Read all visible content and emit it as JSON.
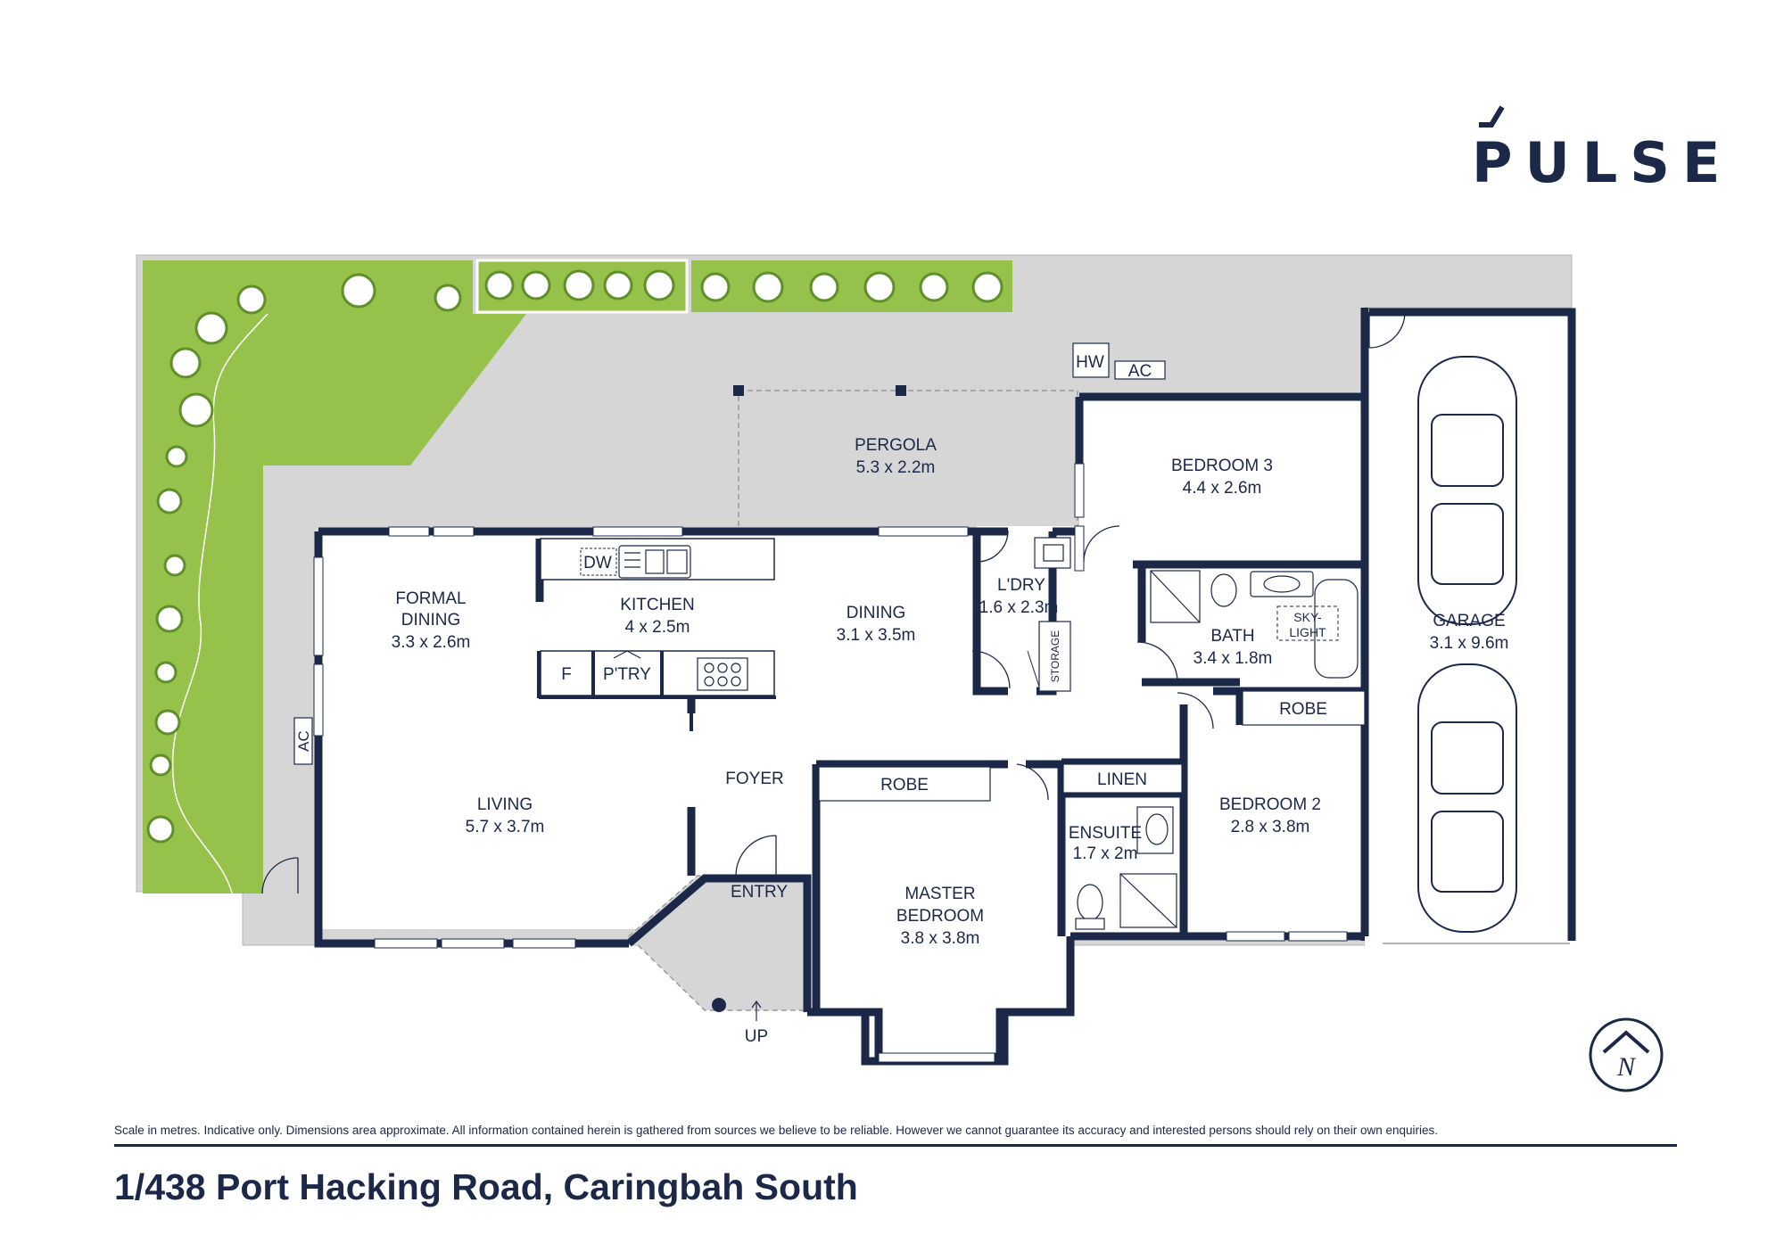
{
  "brand": {
    "logo_text": "PULSE"
  },
  "rooms": {
    "pergola": {
      "name": "PERGOLA",
      "dims": "5.3 x 2.2m"
    },
    "bedroom3": {
      "name": "BEDROOM 3",
      "dims": "4.4 x 2.6m"
    },
    "garage": {
      "name": "GARAGE",
      "dims": "3.1 x 9.6m"
    },
    "formal_dining": {
      "name_line1": "FORMAL",
      "name_line2": "DINING",
      "dims": "3.3 x 2.6m"
    },
    "kitchen": {
      "name": "KITCHEN",
      "dims": "4 x 2.5m"
    },
    "dining": {
      "name": "DINING",
      "dims": "3.1 x 3.5m"
    },
    "laundry": {
      "name": "L'DRY",
      "dims": "1.6 x 2.3m"
    },
    "bath": {
      "name": "BATH",
      "dims": "3.4 x 1.8m"
    },
    "living": {
      "name": "LIVING",
      "dims": "5.7 x 3.7m"
    },
    "foyer": {
      "name": "FOYER"
    },
    "master_bedroom": {
      "name_line1": "MASTER",
      "name_line2": "BEDROOM",
      "dims": "3.8 x 3.8m"
    },
    "ensuite": {
      "name": "ENSUITE",
      "dims": "1.7 x 2m"
    },
    "bedroom2": {
      "name": "BEDROOM 2",
      "dims": "2.8 x 3.8m"
    },
    "entry": {
      "name": "ENTRY"
    }
  },
  "fixtures": {
    "hw": "HW",
    "ac_top": "AC",
    "ac_side": "AC",
    "dw": "DW",
    "fridge": "F",
    "pantry": "P'TRY",
    "storage": "STORAGE",
    "skylight_line1": "SKY-",
    "skylight_line2": "LIGHT",
    "robe_bed2": "ROBE",
    "robe_master": "ROBE",
    "linen": "LINEN",
    "up": "UP"
  },
  "compass": {
    "letter": "N"
  },
  "footer": {
    "disclaimer": "Scale in metres. Indicative only. Dimensions area approximate. All information contained herein is gathered from sources we believe to be reliable. However we cannot guarantee its accuracy and interested persons should rely on their own enquiries.",
    "address": "1/438 Port Hacking Road, Caringbah South"
  },
  "colors": {
    "wall": "#1b2847",
    "lawn": "#96c24b",
    "paving": "#d6d6d6",
    "tree": "#5f8f2a"
  }
}
